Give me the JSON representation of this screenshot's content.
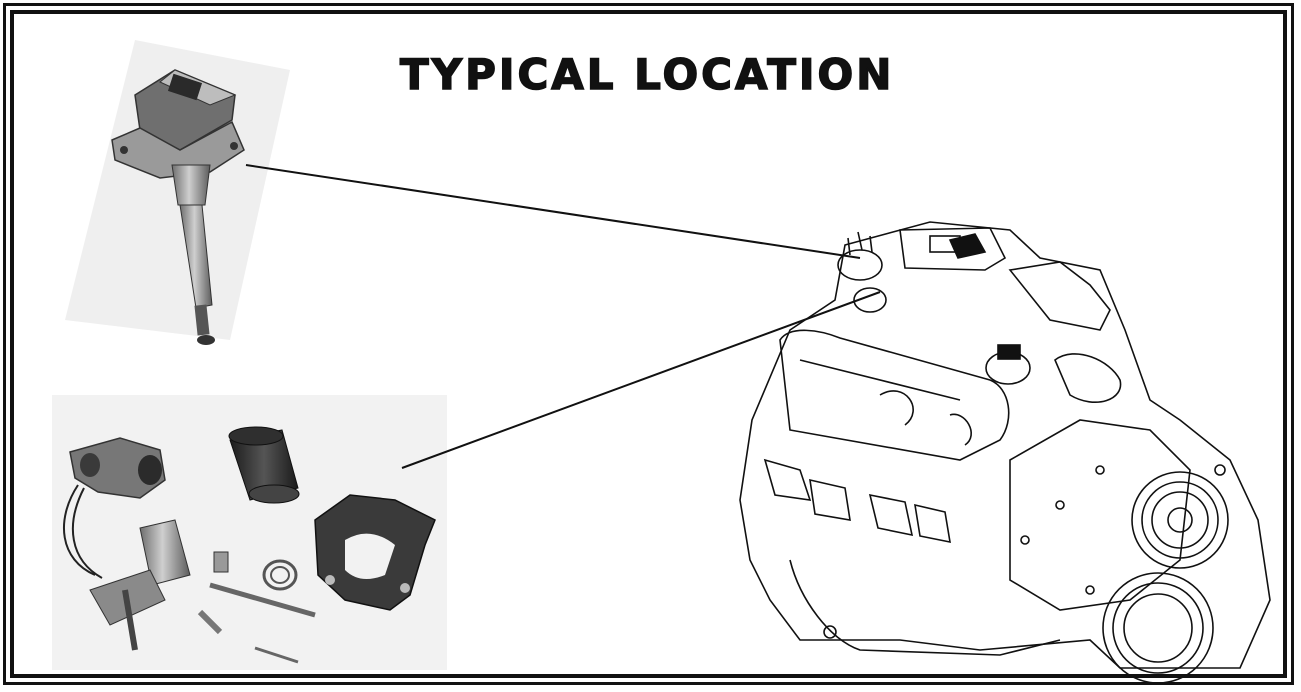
{
  "title": "TYPICAL LOCATION",
  "colors": {
    "ink": "#111111",
    "photo_bg": "#f2f2f2",
    "metal": "#9a9a9a"
  },
  "illustrations": [
    {
      "name": "assembled-sensor-photo"
    },
    {
      "name": "sensor-parts-kit-photo"
    },
    {
      "name": "engine-line-drawing"
    }
  ]
}
